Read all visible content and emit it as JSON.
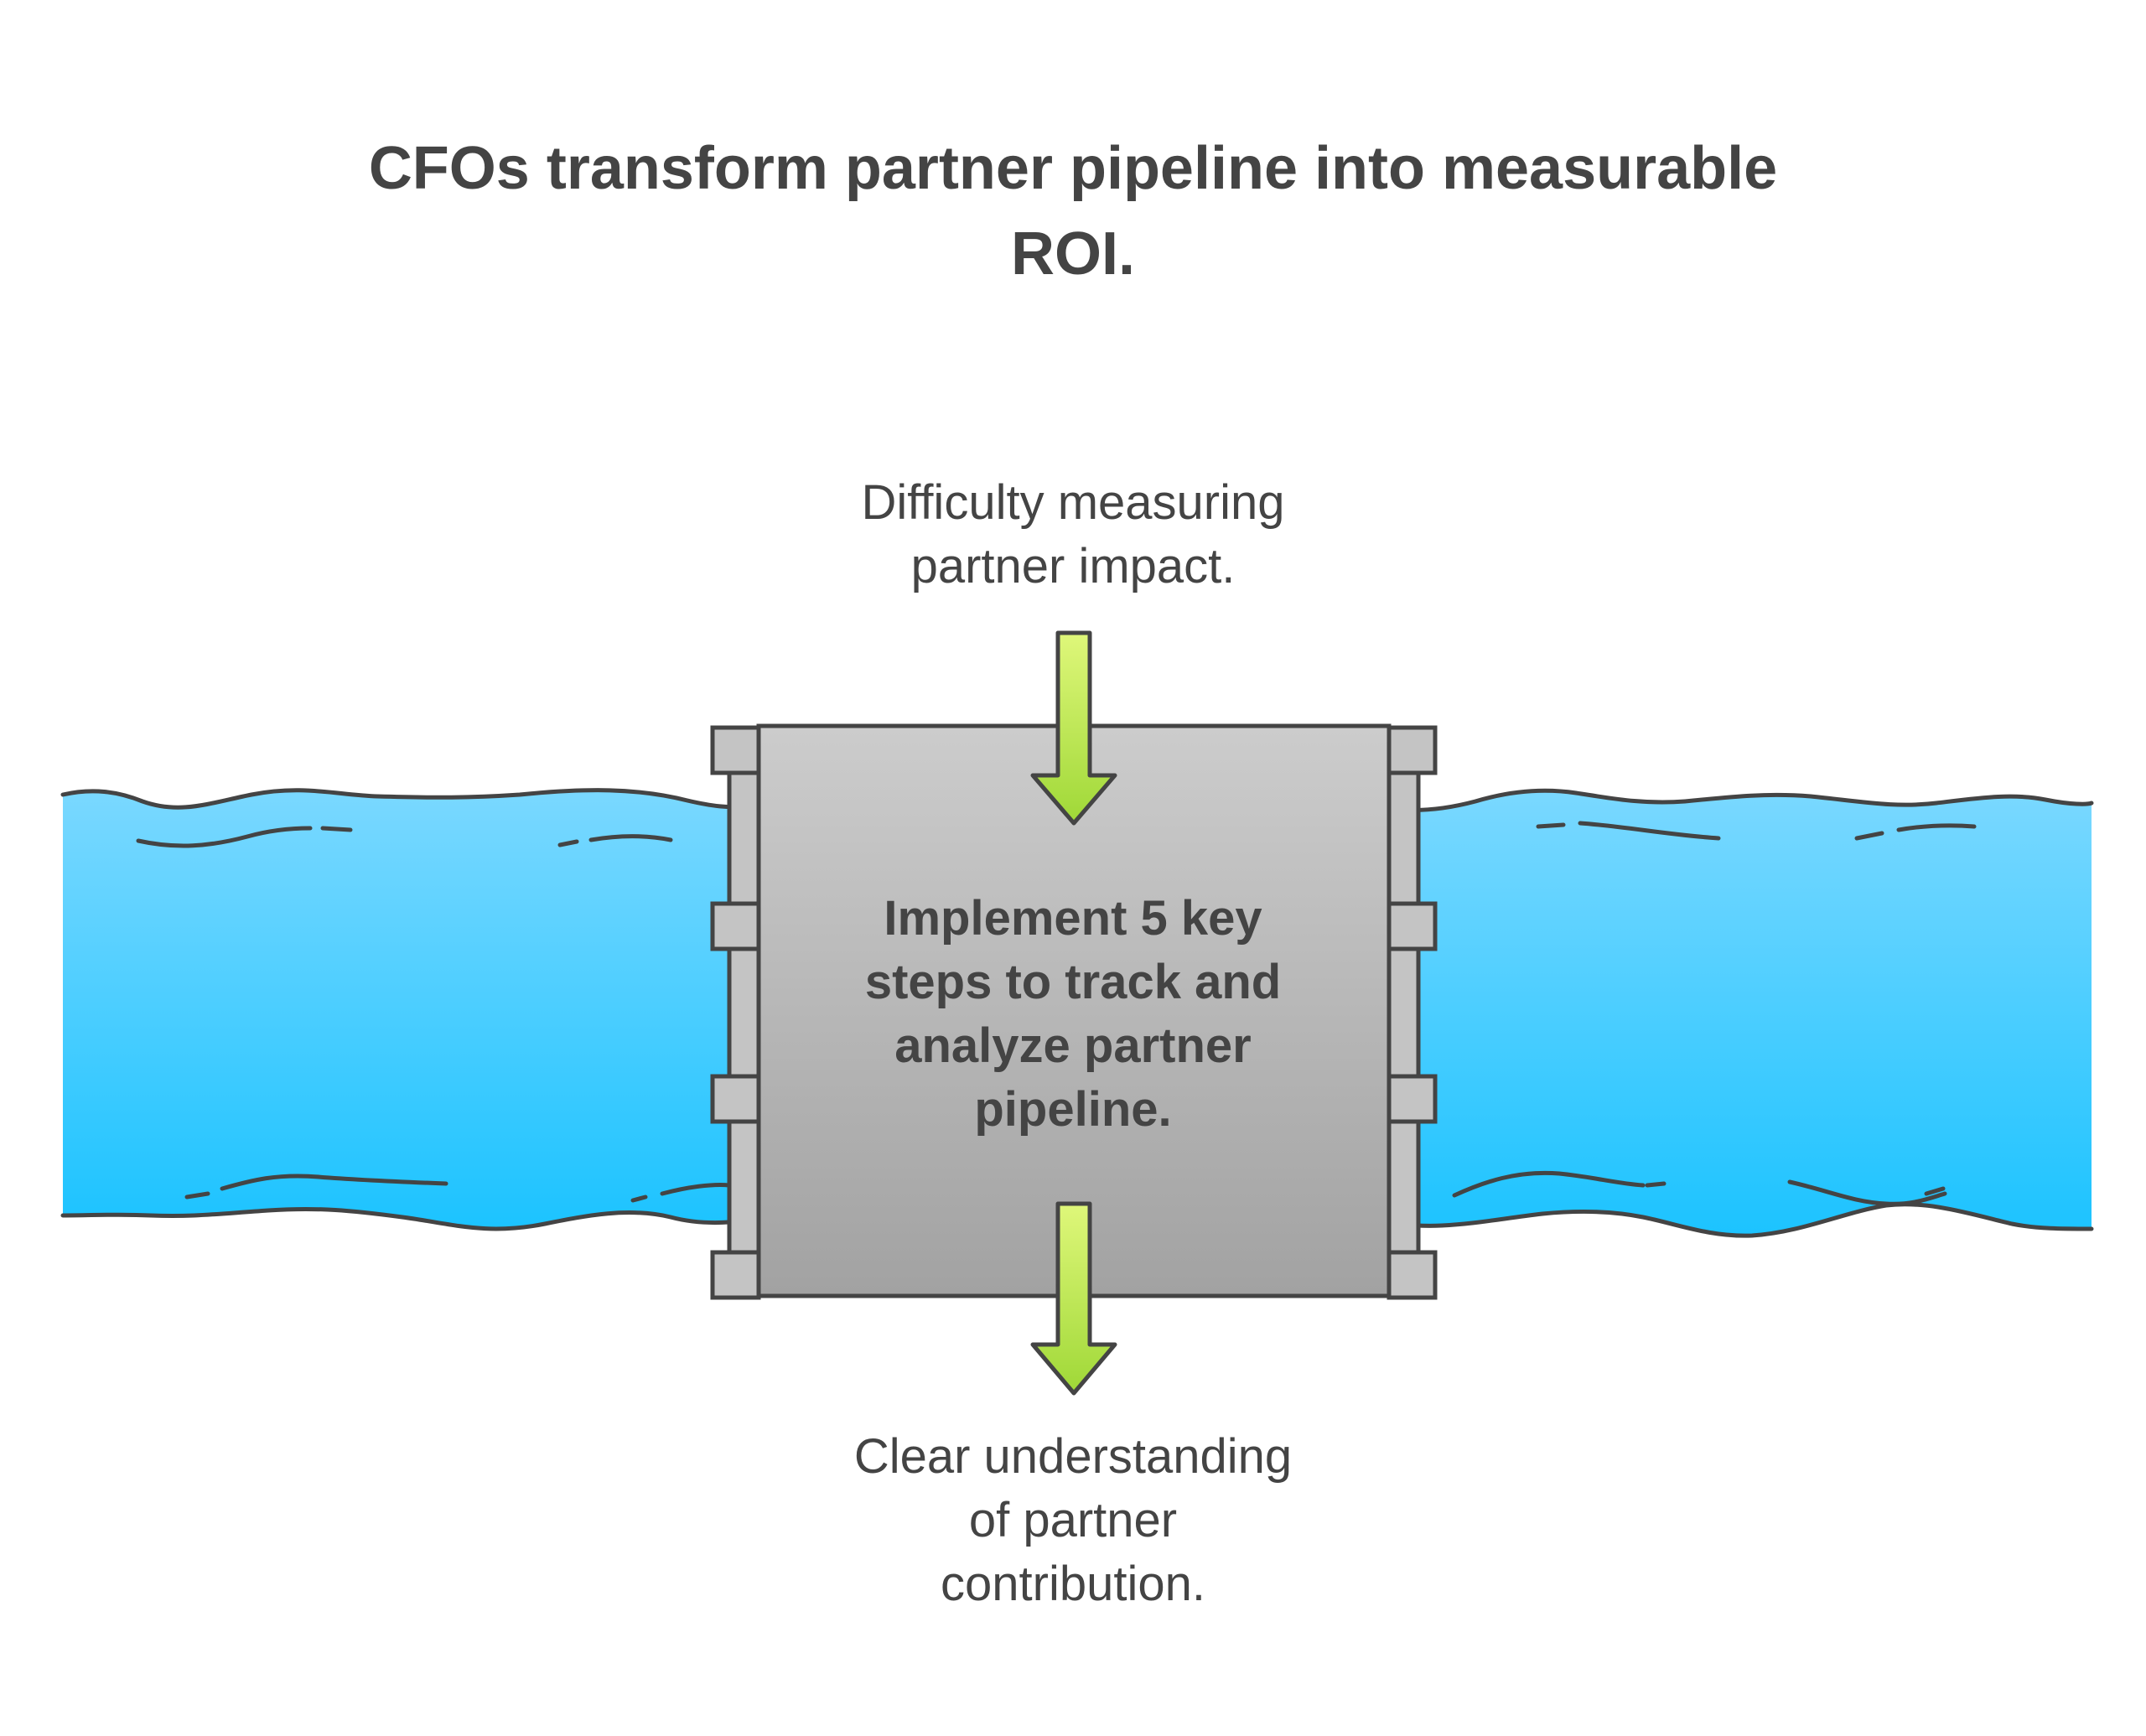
{
  "title": "CFOs transform partner pipeline into measurable\nROI.",
  "input_label": "Difficulty measuring\npartner impact.",
  "process_label": "Implement 5 key\nsteps to track and\nanalyze partner\npipeline.",
  "output_label": "Clear understanding\nof partner\ncontribution.",
  "colors": {
    "water_top": "#7ad8ff",
    "water_bottom": "#1cc3ff",
    "filter_top": "#cccccc",
    "filter_bottom": "#a2a2a2",
    "frame": "#c4c4c4",
    "arrow_top": "#dff77a",
    "arrow_bottom": "#9fd837",
    "stroke": "#444444",
    "text": "#444444"
  },
  "icons": [
    "water-pipe",
    "filter-gate",
    "down-arrow-in",
    "down-arrow-out"
  ]
}
